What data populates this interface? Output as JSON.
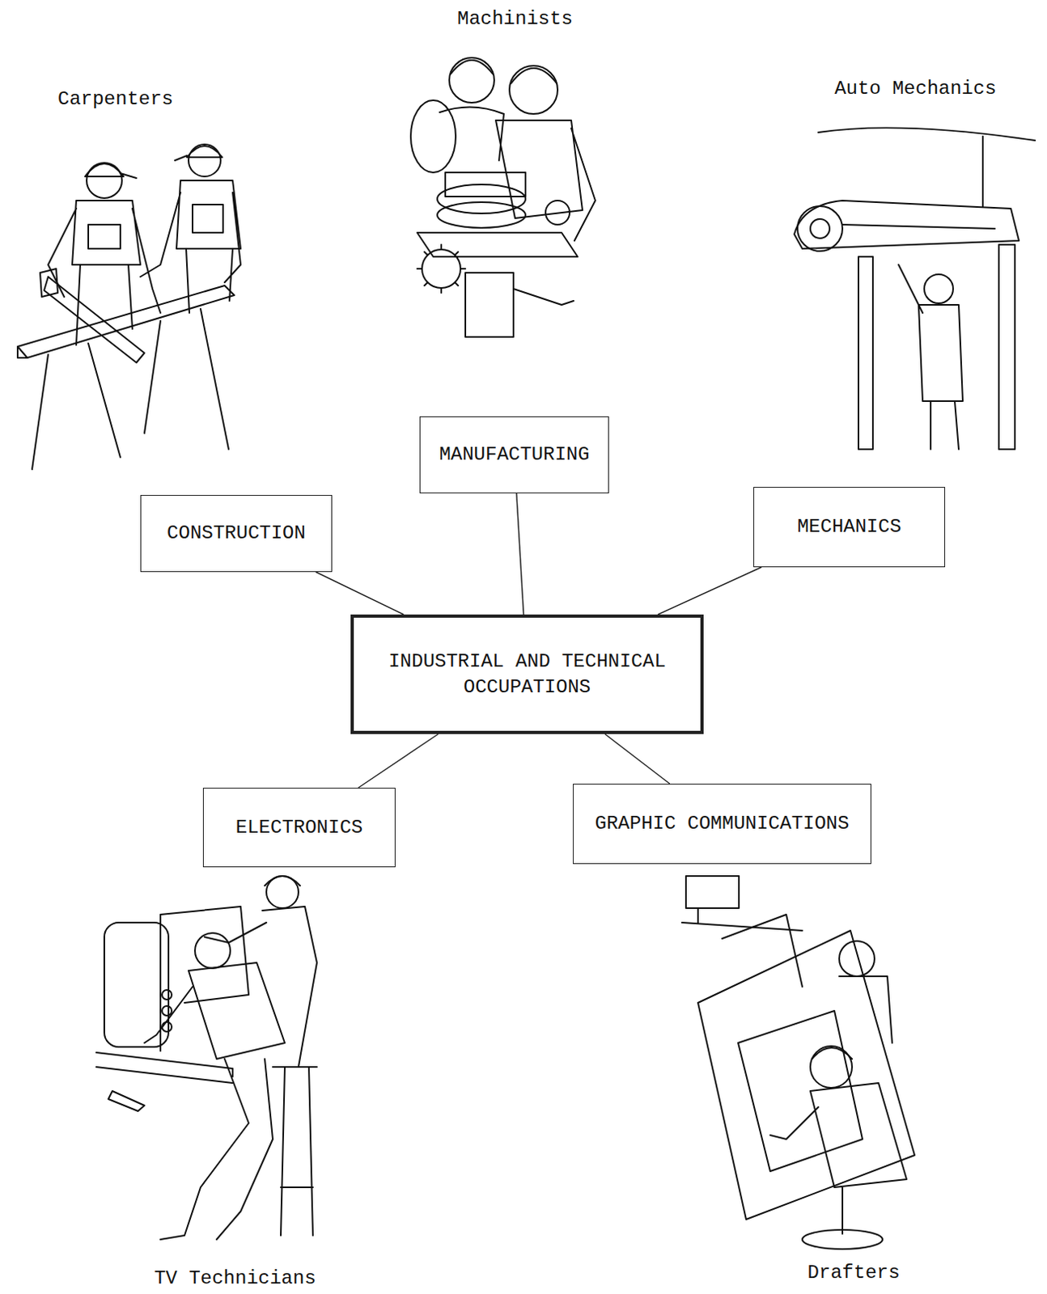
{
  "diagram": {
    "nodes": [
      {
        "text": [
          "MANUFACTURING"
        ]
      },
      {
        "text": [
          "CONSTRUCTION"
        ]
      },
      {
        "text": [
          "MECHANICS"
        ]
      },
      {
        "text": [
          "INDUSTRIAL AND TECHNICAL OCCUPATIONS"
        ]
      },
      {
        "text": [
          "ELECTRONICS"
        ]
      },
      {
        "text": [
          "GRAPHIC COMMUNICATIONS"
        ]
      }
    ],
    "edges": [
      {
        "from": 3,
        "to": 0,
        "arrow": "none"
      },
      {
        "from": 3,
        "to": 1,
        "arrow": "none"
      },
      {
        "from": 3,
        "to": 2,
        "arrow": "none"
      },
      {
        "from": 3,
        "to": 4,
        "arrow": "none"
      },
      {
        "from": 3,
        "to": 5,
        "arrow": "none"
      }
    ],
    "labels": [
      "Machinists",
      "Auto Mechanics",
      "Carpenters",
      "TV Technicians",
      "Drafters"
    ]
  }
}
